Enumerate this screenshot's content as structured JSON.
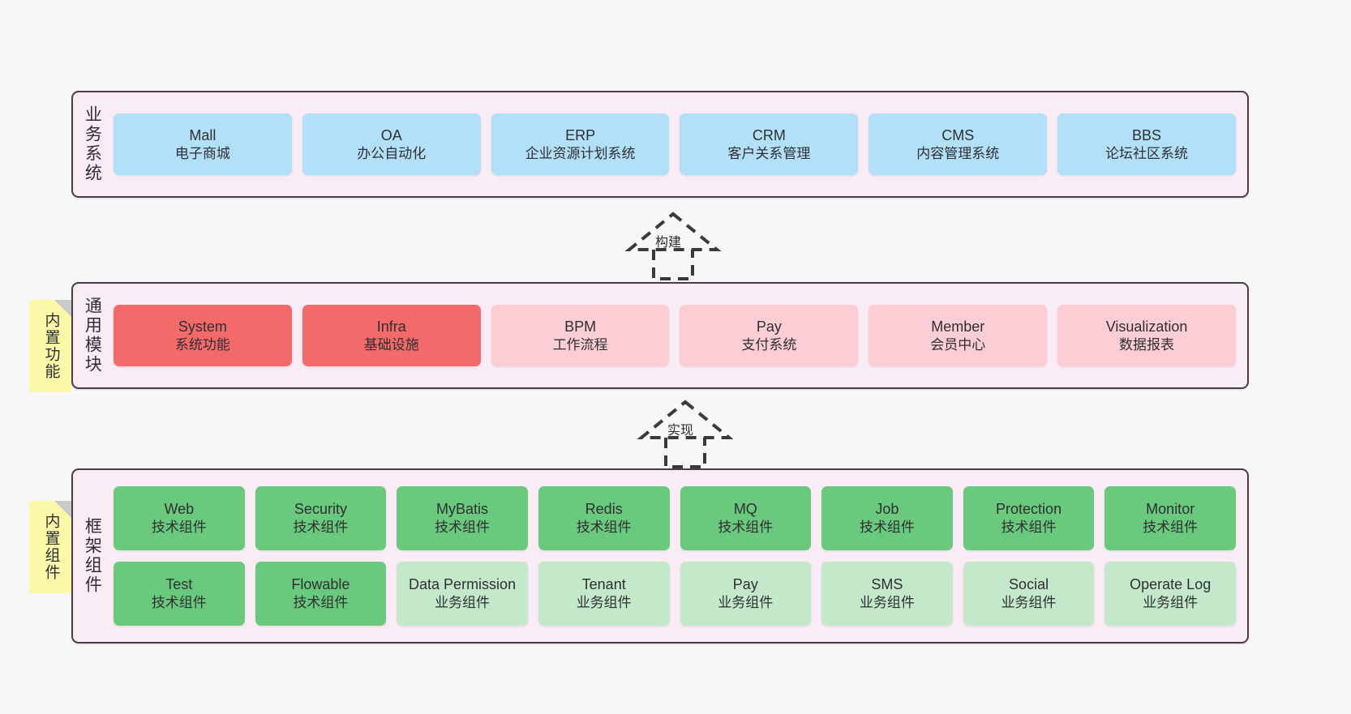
{
  "diagram": {
    "background_color": "#f7f7f7",
    "container_fill": "#faecf4",
    "container_border": "#4b3c47"
  },
  "sections": [
    {
      "id": "business-systems",
      "label": "业务系统",
      "rows": [
        [
          {
            "name": "Mall",
            "desc": "电子商城",
            "color": "#b3e0f9"
          },
          {
            "name": "OA",
            "desc": "办公自动化",
            "color": "#b3e0f9"
          },
          {
            "name": "ERP",
            "desc": "企业资源计划系统",
            "color": "#b3e0f9"
          },
          {
            "name": "CRM",
            "desc": "客户关系管理",
            "color": "#b3e0f9"
          },
          {
            "name": "CMS",
            "desc": "内容管理系统",
            "color": "#b3e0f9"
          },
          {
            "name": "BBS",
            "desc": "论坛社区系统",
            "color": "#b3e0f9"
          }
        ]
      ]
    },
    {
      "id": "common-modules",
      "label": "通用模块",
      "note": "内置功能",
      "rows": [
        [
          {
            "name": "System",
            "desc": "系统功能",
            "color": "#f26a6a"
          },
          {
            "name": "Infra",
            "desc": "基础设施",
            "color": "#f26a6a"
          },
          {
            "name": "BPM",
            "desc": "工作流程",
            "color": "#fbcdd4"
          },
          {
            "name": "Pay",
            "desc": "支付系统",
            "color": "#fbcdd4"
          },
          {
            "name": "Member",
            "desc": "会员中心",
            "color": "#fbcdd4"
          },
          {
            "name": "Visualization",
            "desc": "数据报表",
            "color": "#fbcdd4"
          }
        ]
      ]
    },
    {
      "id": "framework-components",
      "label": "框架组件",
      "note": "内置组件",
      "rows": [
        [
          {
            "name": "Web",
            "desc": "技术组件",
            "color": "#69c97c"
          },
          {
            "name": "Security",
            "desc": "技术组件",
            "color": "#69c97c"
          },
          {
            "name": "MyBatis",
            "desc": "技术组件",
            "color": "#69c97c"
          },
          {
            "name": "Redis",
            "desc": "技术组件",
            "color": "#69c97c"
          },
          {
            "name": "MQ",
            "desc": "技术组件",
            "color": "#69c97c"
          },
          {
            "name": "Job",
            "desc": "技术组件",
            "color": "#69c97c"
          },
          {
            "name": "Protection",
            "desc": "技术组件",
            "color": "#69c97c"
          },
          {
            "name": "Monitor",
            "desc": "技术组件",
            "color": "#69c97c"
          }
        ],
        [
          {
            "name": "Test",
            "desc": "技术组件",
            "color": "#69c97c"
          },
          {
            "name": "Flowable",
            "desc": "技术组件",
            "color": "#69c97c"
          },
          {
            "name": "Data Permission",
            "desc": "业务组件",
            "color": "#c3e9ca"
          },
          {
            "name": "Tenant",
            "desc": "业务组件",
            "color": "#c3e9ca"
          },
          {
            "name": "Pay",
            "desc": "业务组件",
            "color": "#c3e9ca"
          },
          {
            "name": "SMS",
            "desc": "业务组件",
            "color": "#c3e9ca"
          },
          {
            "name": "Social",
            "desc": "业务组件",
            "color": "#c3e9ca"
          },
          {
            "name": "Operate Log",
            "desc": "业务组件",
            "color": "#c3e9ca"
          }
        ]
      ]
    }
  ],
  "connectors": [
    {
      "id": "build",
      "label": "构建",
      "style": "dashed-generalization",
      "direction": "up"
    },
    {
      "id": "implement",
      "label": "实现",
      "style": "dashed-generalization",
      "direction": "up"
    }
  ]
}
